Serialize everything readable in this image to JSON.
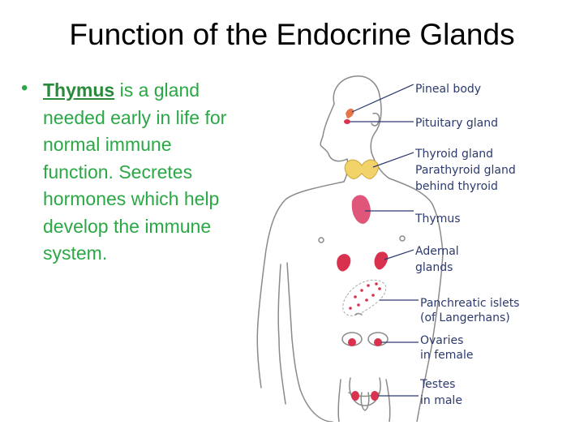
{
  "title": "Function of the Endocrine Glands",
  "bullet": {
    "marker": "•",
    "keyword": "Thymus",
    "text": " is a gland needed early in life for normal immune function. Secretes hormones which help develop the immune system.",
    "text_color": "#2aa845",
    "keyword_color": "#2a8a3c"
  },
  "diagram": {
    "labels": {
      "pineal": "Pineal body",
      "pituitary": "Pituitary gland",
      "thyroid": "Thyroid gland",
      "parathyroid_1": "Parathyroid gland",
      "parathyroid_2": "behind thyroid",
      "thymus": "Thymus",
      "adrenal_1": "Adernal",
      "adrenal_2": "glands",
      "pancreas_1": "Panchreatic islets",
      "pancreas_2": "(of Langerhans)",
      "ovaries_1": "Ovaries",
      "ovaries_2": "in female",
      "testes_1": "Testes",
      "testes_2": "in male"
    },
    "colors": {
      "gland_red": "#d8324e",
      "thyroid_yellow": "#f2d36a",
      "pituitary_orange": "#e8744a",
      "thymus_pink": "#e0567a",
      "outline": "#888888",
      "label_text": "#2c3a6e"
    }
  }
}
